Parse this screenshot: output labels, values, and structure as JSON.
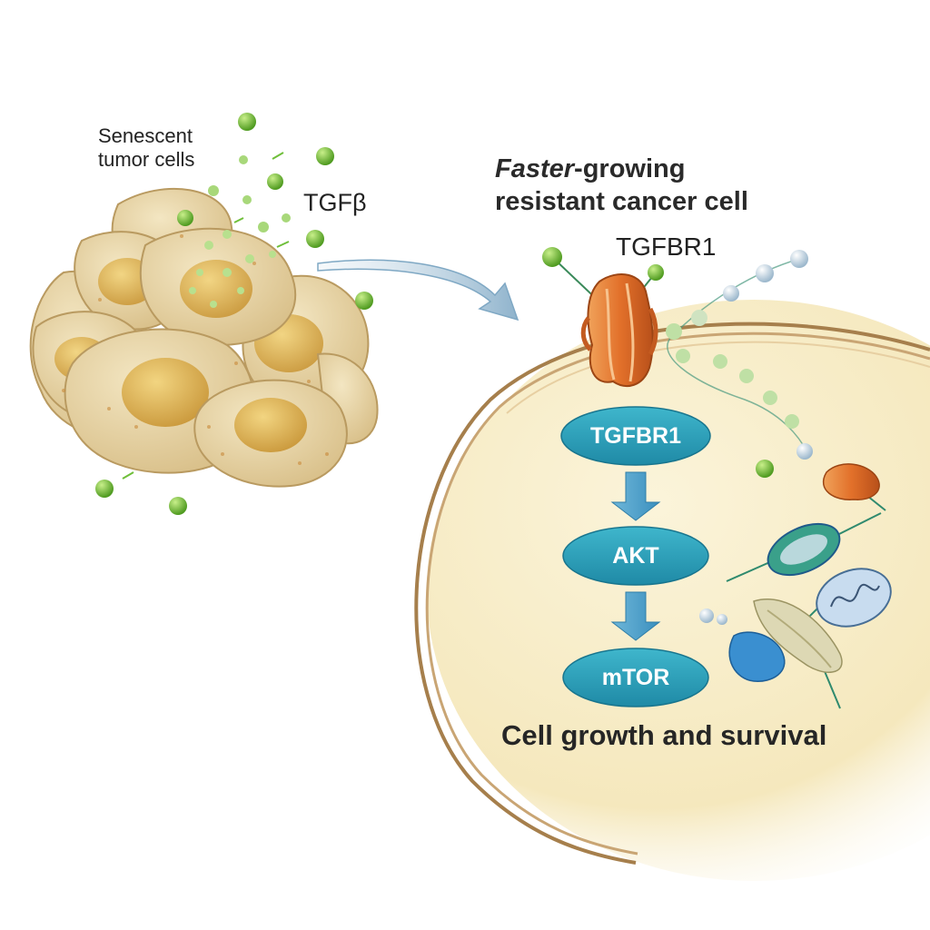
{
  "labels": {
    "senescent_line1": "Senescent",
    "senescent_line2": "tumor cells",
    "ligand": "TGFβ",
    "title_italic": "Faster",
    "title_rest": "-growing",
    "title_line2": "resistant cancer cell",
    "receptor": "TGFBR1",
    "outcome": "Cell growth and survival"
  },
  "pathway": [
    "TGFBR1",
    "AKT",
    "mTOR"
  ],
  "colors": {
    "node_fill": "#2a9bb5",
    "arrow_fill": "#4fa3c9",
    "ligand_green": "#6fbf3a",
    "receptor_orange": "#e0702a",
    "cell_cytoplasm": "#f6ecc6",
    "cell_membrane": "#b08a58",
    "senescent_cell": "#e8d6a6"
  },
  "icons": [
    "curved-arrow-icon",
    "down-arrow-icon",
    "receptor-protein-icon",
    "organelle-icon"
  ]
}
